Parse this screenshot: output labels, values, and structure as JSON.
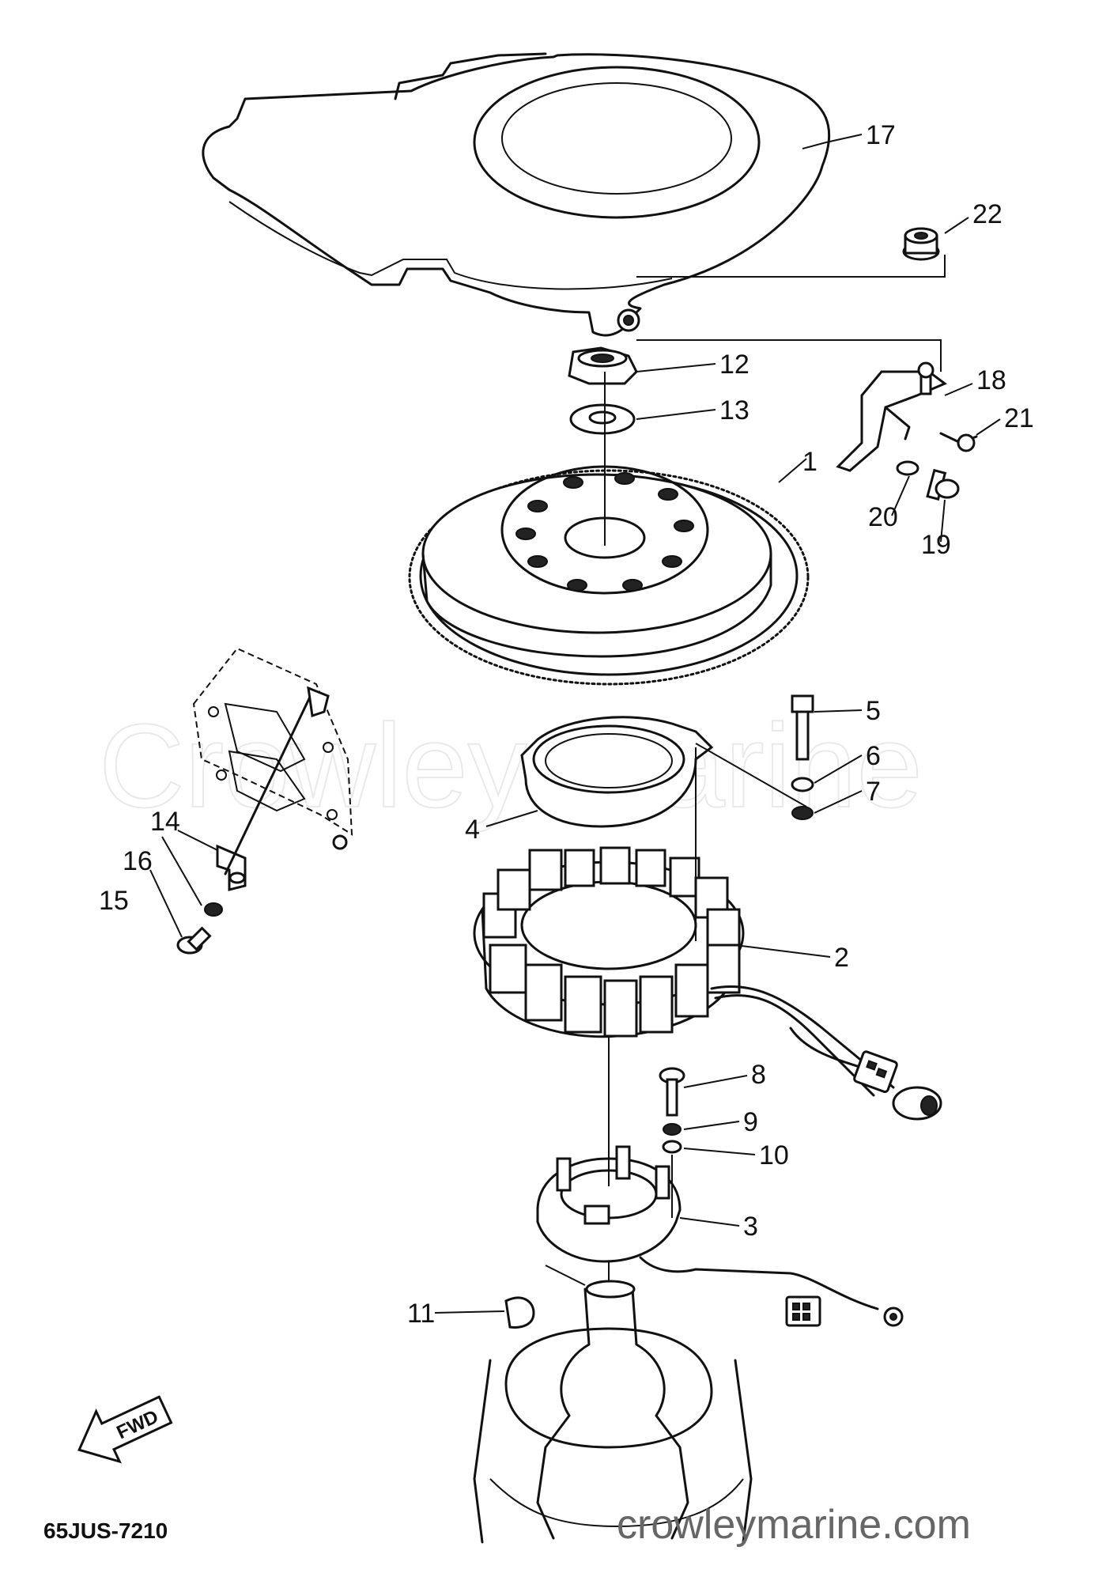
{
  "watermark": "Crowley Marine",
  "site_url": "crowleymarine.com",
  "diagram_code": "65JUS-7210",
  "direction_arrow": "FWD",
  "callouts": [
    {
      "id": "c1",
      "label": "1"
    },
    {
      "id": "c2",
      "label": "2"
    },
    {
      "id": "c3",
      "label": "3"
    },
    {
      "id": "c4",
      "label": "4"
    },
    {
      "id": "c5",
      "label": "5"
    },
    {
      "id": "c6",
      "label": "6"
    },
    {
      "id": "c7",
      "label": "7"
    },
    {
      "id": "c8",
      "label": "8"
    },
    {
      "id": "c9",
      "label": "9"
    },
    {
      "id": "c10",
      "label": "10"
    },
    {
      "id": "c11",
      "label": "11"
    },
    {
      "id": "c12",
      "label": "12"
    },
    {
      "id": "c13",
      "label": "13"
    },
    {
      "id": "c14",
      "label": "14"
    },
    {
      "id": "c15",
      "label": "15"
    },
    {
      "id": "c16",
      "label": "16"
    },
    {
      "id": "c17",
      "label": "17"
    },
    {
      "id": "c18",
      "label": "18"
    },
    {
      "id": "c19",
      "label": "19"
    },
    {
      "id": "c20",
      "label": "20"
    },
    {
      "id": "c21",
      "label": "21"
    },
    {
      "id": "c22",
      "label": "22"
    }
  ]
}
